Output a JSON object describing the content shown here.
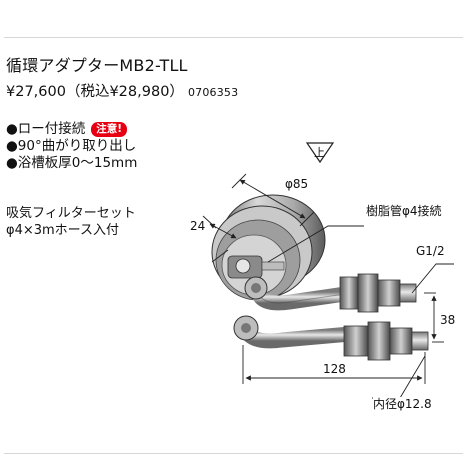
{
  "product": {
    "title": "循環アダプターMB2-TLL",
    "price": "¥27,600（税込¥28,980）",
    "code": "0706353"
  },
  "features": [
    {
      "text": "●ロー付接続",
      "badge": "注意!"
    },
    {
      "text": "●90°曲がり取り出し"
    },
    {
      "text": "●浴槽板厚0〜15mm"
    }
  ],
  "filter_note": {
    "line1": "吸気フィルターセット",
    "line2": "φ4×3mホース入付"
  },
  "diagram": {
    "up_mark": "上",
    "dim_diameter": "φ85",
    "dim_depth": "24",
    "dim_resin_pipe": "樹脂管φ4接続",
    "dim_thread": "G1/2",
    "dim_pitch": "38",
    "dim_length": "128",
    "dim_inner": "内径φ12.8"
  },
  "colors": {
    "badge": "#e60012",
    "metal": "#b8b8b8",
    "line": "#222222"
  }
}
